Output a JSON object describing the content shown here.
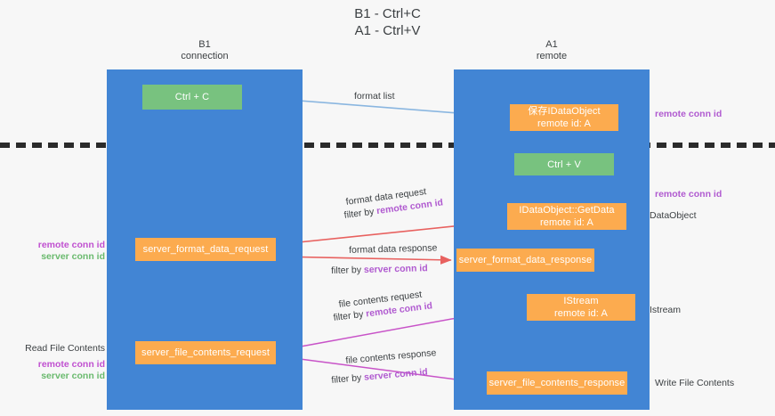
{
  "title": "B1 - Ctrl+C\nA1 - Ctrl+V",
  "columns": {
    "left": {
      "header": "B1\nconnection"
    },
    "right": {
      "header": "A1\nremote"
    }
  },
  "nodes": {
    "ctrl_c": {
      "label": "Ctrl + C",
      "color": "#78c27f"
    },
    "idataobject": {
      "label": "保存IDataObject\nremote id: A",
      "color": "#fcab4f"
    },
    "ctrl_v": {
      "label": "Ctrl + V",
      "color": "#78c27f"
    },
    "getdata": {
      "label": "IDataObject::GetData\nremote id: A",
      "color": "#fcab4f"
    },
    "server_format_data_request": {
      "label": "server_format_data_request",
      "color": "#fcab4f"
    },
    "server_format_data_response": {
      "label": "server_format_data_response",
      "color": "#fcab4f"
    },
    "istream": {
      "label": "IStream\nremote id: A",
      "color": "#fcab4f"
    },
    "server_file_contents_request": {
      "label": "server_file_contents_request",
      "color": "#fcab4f"
    },
    "server_file_contents_response": {
      "label": "server_file_contents_response",
      "color": "#fcab4f"
    }
  },
  "edge_labels": {
    "format_list": "format list",
    "format_data_request": "format data request",
    "filter_by": "filter by ",
    "remote_conn_id": "remote conn id",
    "server_conn_id": "server conn id",
    "format_data_response": "format data response",
    "file_contents_request": "file contents request",
    "file_contents_response": "file contents response"
  },
  "annotations": {
    "remote_conn_id_top": "remote conn id",
    "remote_conn_id_mid": "remote conn id",
    "dataobject": "DataObject",
    "istream": "Istream",
    "write_file_contents": "Write File Contents",
    "read_file_contents": "Read File Contents",
    "remote_conn_id_left": "remote conn id",
    "server_conn_id_left": "server conn id",
    "remote_conn_id_left2": "remote conn id",
    "server_conn_id_left2": "server conn id"
  },
  "colors": {
    "lane": "#4285d4",
    "green": "#78c27f",
    "orange": "#fcab4f",
    "purple_text": "#b05ad0",
    "green_text": "#6aba6e",
    "arrow_blue": "#8ab6e0",
    "arrow_red": "#e8615f",
    "arrow_magenta": "#c853c8",
    "arrow_black": "#1a1a1a",
    "divider": "#2b2b2b",
    "background": "#f7f7f7"
  }
}
